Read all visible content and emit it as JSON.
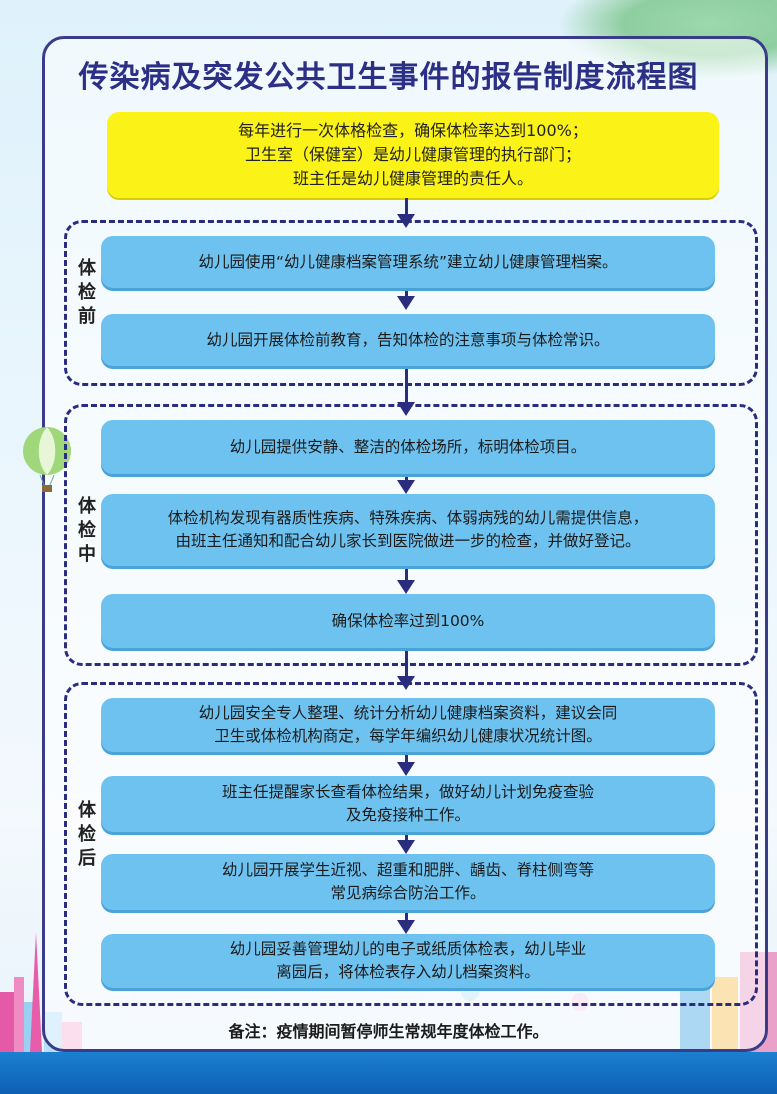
{
  "title": "传染病及突发公共卫生事件的报告制度流程图",
  "intro_lines": [
    "每年进行一次体格检查，确保体检率达到100%；",
    "卫生室（保健室）是幼儿健康管理的执行部门；",
    "班主任是幼儿健康管理的责任人。"
  ],
  "stages": [
    {
      "label": "体检前",
      "steps": [
        [
          "幼儿园使用“幼儿健康档案管理系统”建立幼儿健康管理档案。"
        ],
        [
          "幼儿园开展体检前教育，告知体检的注意事项与体检常识。"
        ]
      ]
    },
    {
      "label": "体检中",
      "steps": [
        [
          "幼儿园提供安静、整洁的体检场所，标明体检项目。"
        ],
        [
          "体检机构发现有器质性疾病、特殊疾病、体弱病残的幼儿需提供信息，",
          "由班主任通知和配合幼儿家长到医院做进一步的检查，并做好登记。"
        ],
        [
          "确保体检率过到100%"
        ]
      ]
    },
    {
      "label": "体检后",
      "steps": [
        [
          "幼儿园安全专人整理、统计分析幼儿健康档案资料，建议会同",
          "卫生或体检机构商定，每学年编织幼儿健康状况统计图。"
        ],
        [
          "班主任提醒家长查看体检结果，做好幼儿计划免疫查验",
          "及免疫接种工作。"
        ],
        [
          "幼儿园开展学生近视、超重和肥胖、龋齿、脊柱侧弯等",
          "常见病综合防治工作。"
        ],
        [
          "幼儿园妥善管理幼儿的电子或纸质体检表，幼儿毕业",
          "离园后，将体检表存入幼儿档案资料。"
        ]
      ]
    }
  ],
  "note": "备注：疫情期间暂停师生常规年度体检工作。",
  "colors": {
    "title": "#2c2f86",
    "intro_box": "#fbf217",
    "step_box": "#6ec2ef",
    "connector": "#2a2d7e"
  }
}
